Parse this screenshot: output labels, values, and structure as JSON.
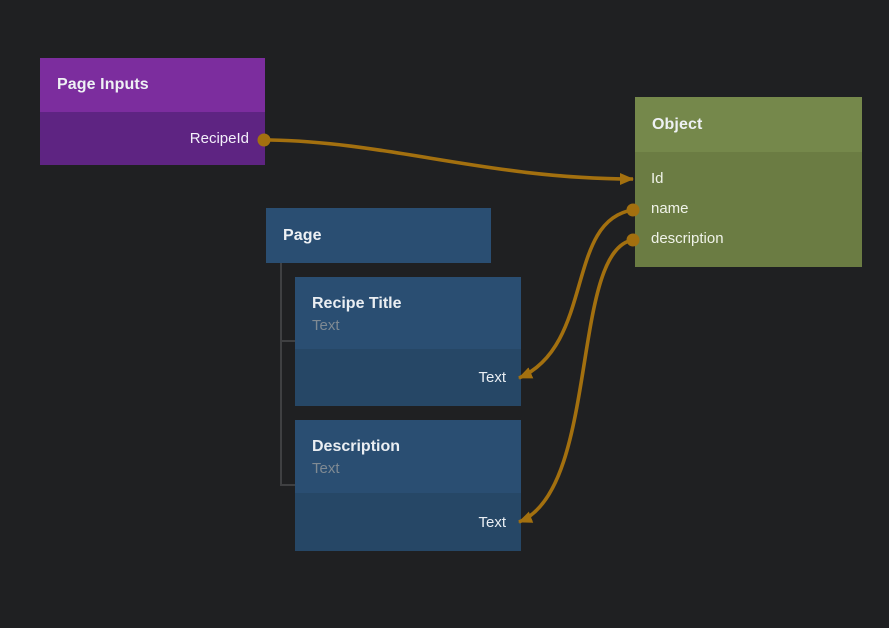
{
  "canvas": {
    "background": "#1f2022",
    "connector_color": "#a3700f",
    "tree_line_color": "#3f4042"
  },
  "nodes": {
    "page_inputs": {
      "title": "Page Inputs",
      "header_color": "#7c2d9e",
      "body_color": "#5e2482",
      "outputs": [
        {
          "label": "RecipeId"
        }
      ]
    },
    "object": {
      "title": "Object",
      "header_color": "#75884b",
      "body_color": "#6b7c43",
      "fields": [
        {
          "label": "Id"
        },
        {
          "label": "name"
        },
        {
          "label": "description"
        }
      ]
    },
    "page": {
      "title": "Page",
      "header_color": "#2a4e72"
    },
    "recipe_title": {
      "title": "Recipe Title",
      "subtitle": "Text",
      "input_label": "Text",
      "header_color": "#2a4e72",
      "body_color": "#264766"
    },
    "description": {
      "title": "Description",
      "subtitle": "Text",
      "input_label": "Text",
      "header_color": "#2a4e72",
      "body_color": "#264766"
    }
  },
  "connections": [
    {
      "from": "Page Inputs / RecipeId",
      "to": "Object / Id"
    },
    {
      "from": "Object / name",
      "to": "Page / Recipe Title / Text"
    },
    {
      "from": "Object / description",
      "to": "Page / Description / Text"
    }
  ]
}
